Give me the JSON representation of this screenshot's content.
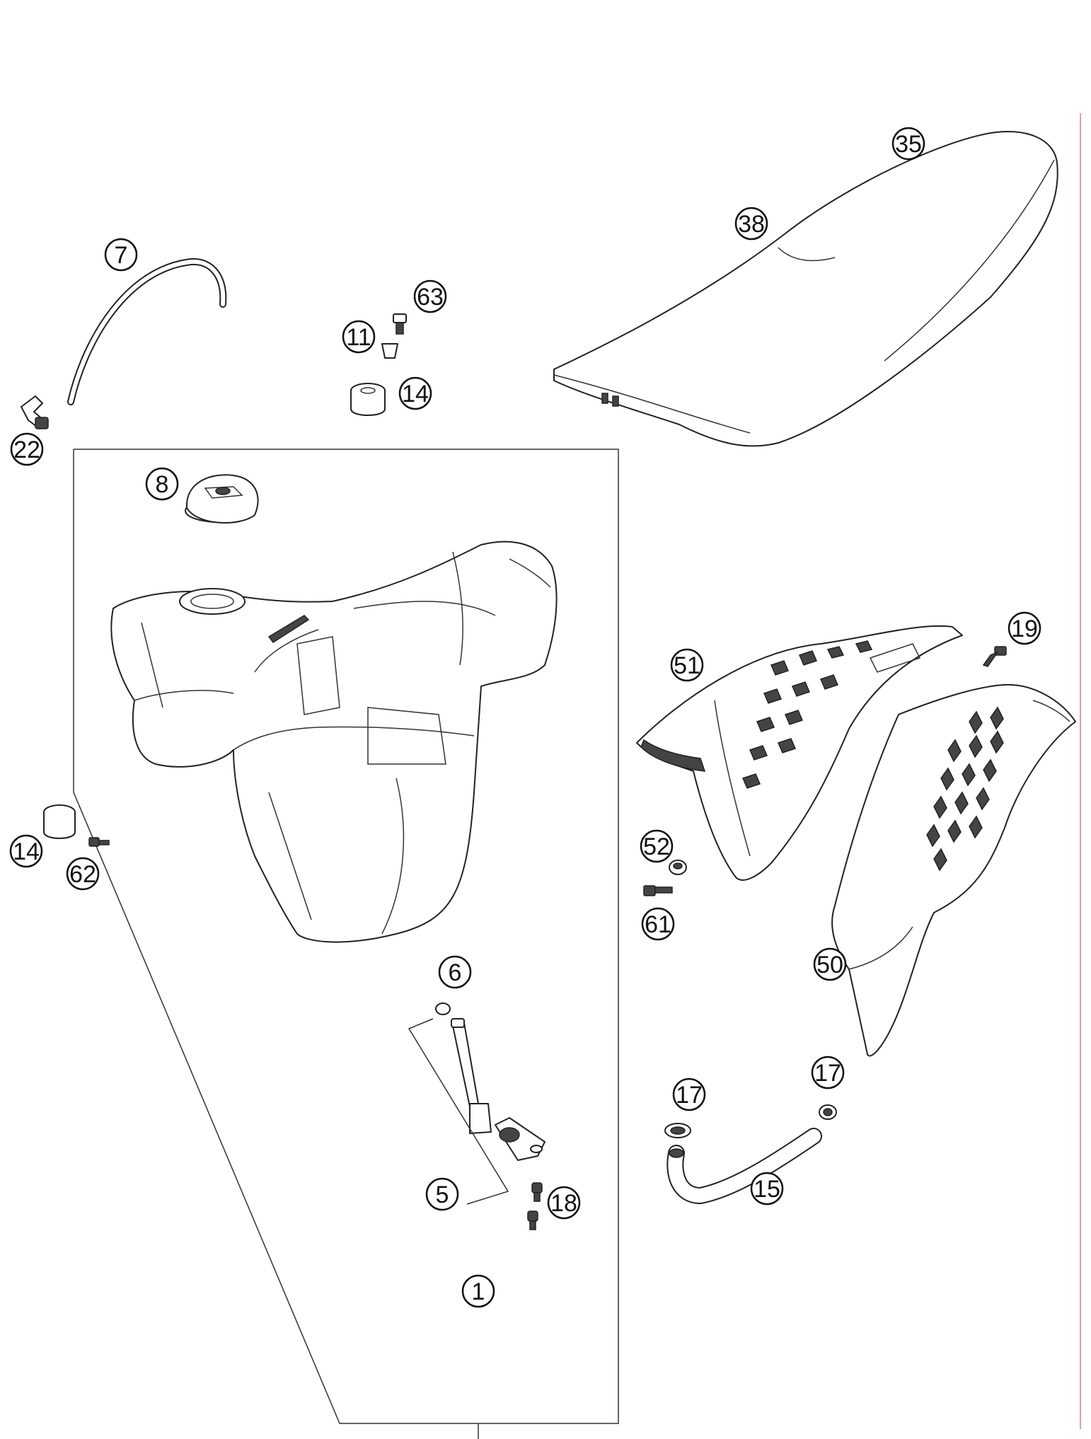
{
  "callouts": [
    {
      "id": "c1",
      "label": "1"
    },
    {
      "id": "c5",
      "label": "5"
    },
    {
      "id": "c6",
      "label": "6"
    },
    {
      "id": "c7",
      "label": "7"
    },
    {
      "id": "c8",
      "label": "8"
    },
    {
      "id": "c11",
      "label": "11"
    },
    {
      "id": "c14a",
      "label": "14"
    },
    {
      "id": "c14b",
      "label": "14"
    },
    {
      "id": "c15",
      "label": "15"
    },
    {
      "id": "c17a",
      "label": "17"
    },
    {
      "id": "c17b",
      "label": "17"
    },
    {
      "id": "c18",
      "label": "18"
    },
    {
      "id": "c19",
      "label": "19"
    },
    {
      "id": "c22",
      "label": "22"
    },
    {
      "id": "c35",
      "label": "35"
    },
    {
      "id": "c38",
      "label": "38"
    },
    {
      "id": "c50",
      "label": "50"
    },
    {
      "id": "c51",
      "label": "51"
    },
    {
      "id": "c52",
      "label": "52"
    },
    {
      "id": "c61",
      "label": "61"
    },
    {
      "id": "c62",
      "label": "62"
    },
    {
      "id": "c63",
      "label": "63"
    }
  ],
  "colors": {
    "line": "#222222",
    "background": "#ffffff",
    "edge_mark": "#d9a3a3"
  }
}
